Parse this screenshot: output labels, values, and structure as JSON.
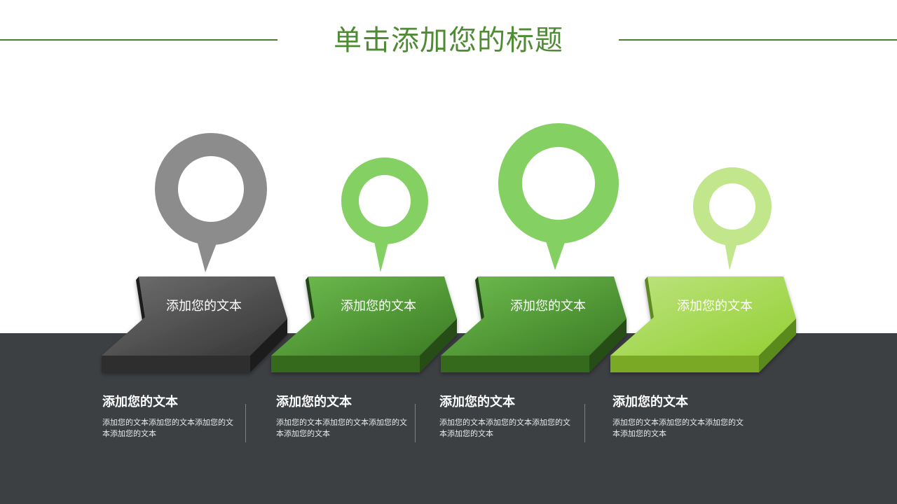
{
  "header": {
    "title": "单击添加您的标题",
    "rule_color": "#4a7f2e",
    "title_color": "#4f8a35"
  },
  "background": {
    "top": "#ffffff",
    "band": "#3d4043"
  },
  "steps": [
    {
      "label": "添加您的文本",
      "pin_color": "#8c8c8c",
      "face_color_light": "#6e6e6e",
      "face_color_dark": "#3a3a3a",
      "desc_title": "添加您的文本",
      "desc_body": "添加您的文本添加您的文本添加您的文本添加您的文本"
    },
    {
      "label": "添加您的文本",
      "pin_color": "#84d063",
      "face_color_light": "#6bbd4c",
      "face_color_dark": "#3f7e28",
      "desc_title": "添加您的文本",
      "desc_body": "添加您的文本添加您的文本添加您的文本添加您的文本"
    },
    {
      "label": "添加您的文本",
      "pin_color": "#84d063",
      "face_color_light": "#6bbd4c",
      "face_color_dark": "#3f7e28",
      "desc_title": "添加您的文本",
      "desc_body": "添加您的文本添加您的文本添加您的文本添加您的文本"
    },
    {
      "label": "添加您的文本",
      "pin_color": "#c2e68c",
      "face_color_light": "#b8e27a",
      "face_color_dark": "#96cf3a",
      "desc_title": "添加您的文本",
      "desc_body": "添加您的文本添加您的文本添加您的文本添加您的文本"
    }
  ]
}
